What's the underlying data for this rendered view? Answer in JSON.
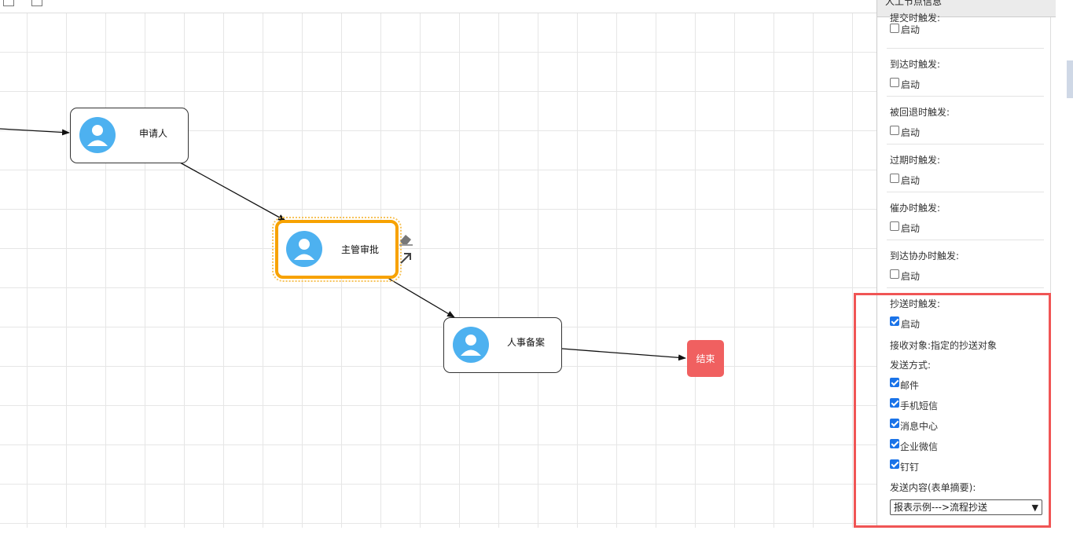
{
  "panel": {
    "title": "人工节点信息",
    "sections": [
      {
        "title": "提交时触发:",
        "option": "启动",
        "checked": false
      },
      {
        "title": "到达时触发:",
        "option": "启动",
        "checked": false
      },
      {
        "title": "被回退时触发:",
        "option": "启动",
        "checked": false
      },
      {
        "title": "过期时触发:",
        "option": "启动",
        "checked": false
      },
      {
        "title": "催办时触发:",
        "option": "启动",
        "checked": false
      },
      {
        "title": "到达协办时触发:",
        "option": "启动",
        "checked": false
      }
    ],
    "cc": {
      "title": "抄送时触发:",
      "option": "启动",
      "checked": true,
      "receiver": "接收对象:指定的抄送对象",
      "method_title": "发送方式:",
      "methods": [
        {
          "label": "邮件",
          "checked": true
        },
        {
          "label": "手机短信",
          "checked": true
        },
        {
          "label": "消息中心",
          "checked": true
        },
        {
          "label": "企业微信",
          "checked": true
        },
        {
          "label": "钉钉",
          "checked": true
        }
      ],
      "content_title": "发送内容(表单摘要):",
      "content_value": "报表示例--->流程抄送"
    }
  },
  "workflow": {
    "nodes": [
      {
        "label": "申请人"
      },
      {
        "label": "主管审批"
      },
      {
        "label": "人事备案"
      },
      {
        "label": "结束"
      }
    ]
  },
  "colors": {
    "avatar": "#4db1f0",
    "selected_border": "#f7a200",
    "end_node": "#f06060",
    "highlight_box": "#f05555",
    "checkbox_on": "#1a73e8"
  }
}
